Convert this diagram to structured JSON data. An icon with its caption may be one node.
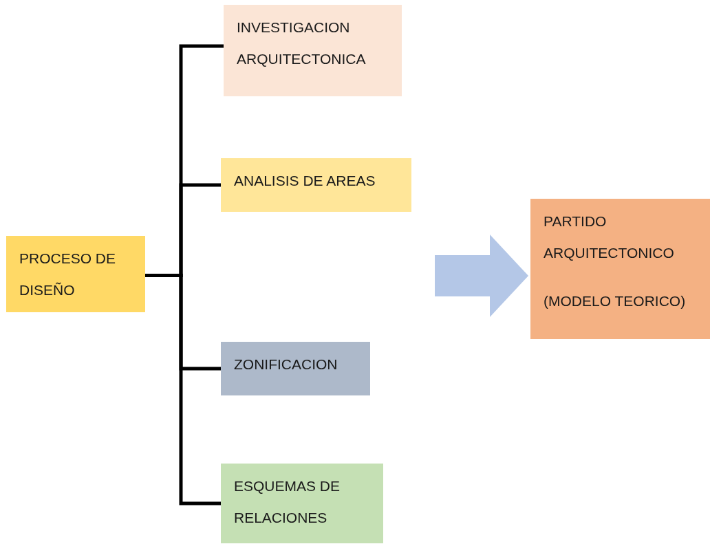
{
  "diagram": {
    "nodes": [
      {
        "text": [
          "PROCESO DE DISEÑO"
        ]
      },
      {
        "text": [
          "INVESTIGACION ARQUITECTONICA"
        ]
      },
      {
        "text": [
          "ANALISIS DE AREAS"
        ]
      },
      {
        "text": [
          "ZONIFICACION"
        ]
      },
      {
        "text": [
          "ESQUEMAS DE RELACIONES"
        ]
      },
      {
        "text": [
          "PARTIDO ARQUITECTONICO",
          "(MODELO TEORICO)"
        ]
      }
    ],
    "edges": [
      {
        "from": 0,
        "to": 1,
        "arrow": "none"
      },
      {
        "from": 0,
        "to": 2,
        "arrow": "none"
      },
      {
        "from": 0,
        "to": 3,
        "arrow": "none"
      },
      {
        "from": 0,
        "to": 4,
        "arrow": "none"
      },
      {
        "from": null,
        "to": 5,
        "arrow": "to",
        "style": "thick",
        "color": "#b4c7e7"
      }
    ]
  }
}
